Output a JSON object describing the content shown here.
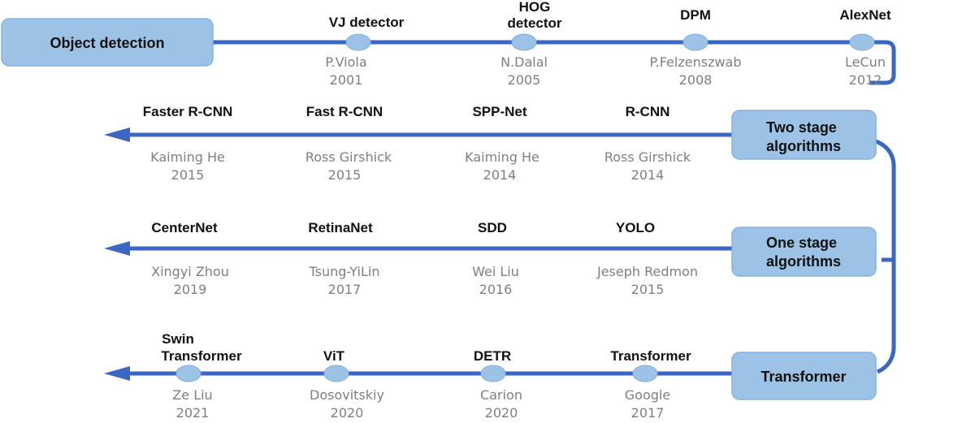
{
  "boxes": {
    "object_detection": [
      "Object detection"
    ],
    "two_stage": [
      "Two stage",
      "algorithms"
    ],
    "one_stage": [
      "One stage",
      "algorithms"
    ],
    "transformer": [
      "Transformer"
    ]
  },
  "rows": [
    {
      "id": "row0",
      "milestones": [
        {
          "name": [
            "VJ detector"
          ],
          "author": "P.Viola",
          "year": "2001"
        },
        {
          "name": [
            "HOG",
            "detector"
          ],
          "author": "N.Dalal",
          "year": "2005"
        },
        {
          "name": [
            "DPM"
          ],
          "author": "P.Felzenszwab",
          "year": "2008"
        },
        {
          "name": [
            "AlexNet"
          ],
          "author": "LeCun",
          "year": "2012"
        }
      ]
    },
    {
      "id": "row1",
      "milestones": [
        {
          "name": [
            "Faster R-CNN"
          ],
          "author": "Kaiming He",
          "year": "2015"
        },
        {
          "name": [
            "Fast R-CNN"
          ],
          "author": "Ross Girshick",
          "year": "2015"
        },
        {
          "name": [
            "SPP-Net"
          ],
          "author": "Kaiming He",
          "year": "2014"
        },
        {
          "name": [
            "R-CNN"
          ],
          "author": "Ross Girshick",
          "year": "2014"
        }
      ]
    },
    {
      "id": "row2",
      "milestones": [
        {
          "name": [
            "CenterNet"
          ],
          "author": "Xingyi Zhou",
          "year": "2019"
        },
        {
          "name": [
            "RetinaNet"
          ],
          "author": "Tsung-YiLin",
          "year": "2017"
        },
        {
          "name": [
            "SDD"
          ],
          "author": "Wei Liu",
          "year": "2016"
        },
        {
          "name": [
            "YOLO"
          ],
          "author": "Jeseph Redmon",
          "year": "2015"
        }
      ]
    },
    {
      "id": "row3",
      "milestones": [
        {
          "name": [
            "Swin",
            "Transformer"
          ],
          "author": "Ze Liu",
          "year": "2021"
        },
        {
          "name": [
            "ViT"
          ],
          "author": "Dosovitskiy",
          "year": "2020"
        },
        {
          "name": [
            "DETR"
          ],
          "author": "Carion",
          "year": "2020"
        },
        {
          "name": [
            "Transformer"
          ],
          "author": "Google",
          "year": "2017"
        }
      ]
    }
  ]
}
